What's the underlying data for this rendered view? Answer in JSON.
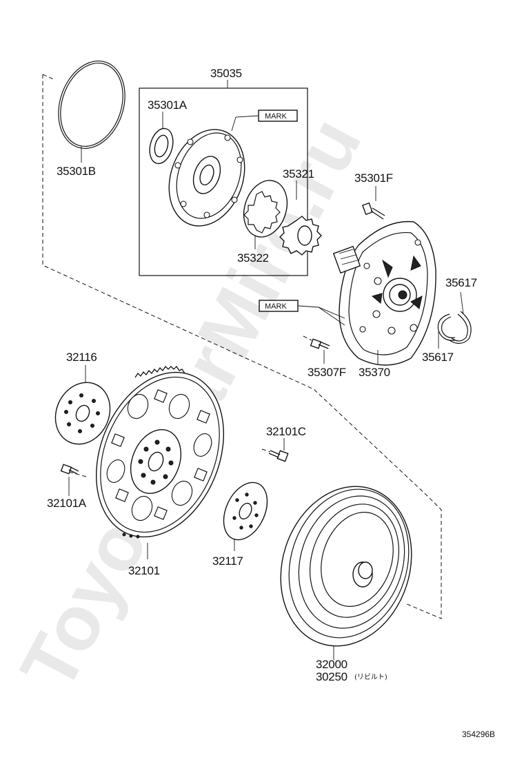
{
  "watermark": "ToyotaCarMire.ru",
  "drawing_code": "354296B",
  "callouts": {
    "mark_top": "MARK",
    "mark_mid": "MARK"
  },
  "parts": {
    "p35035": "35035",
    "p35301A": "35301A",
    "p35301B": "35301B",
    "p35321": "35321",
    "p35322": "35322",
    "p35301F": "35301F",
    "p35617a": "35617",
    "p35617b": "35617",
    "p35307F": "35307F",
    "p35370": "35370",
    "p32116": "32116",
    "p32101C": "32101C",
    "p32101A": "32101A",
    "p32101": "32101",
    "p32117": "32117",
    "p32000": "32000",
    "p30250": "30250",
    "p30250_note": "(リビルト)"
  }
}
